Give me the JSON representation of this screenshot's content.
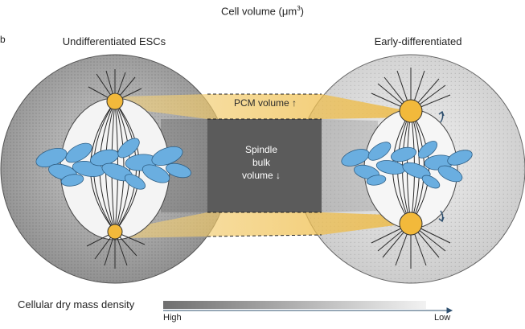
{
  "figure": {
    "panel_letter": "b",
    "title": "Cell volume (μm",
    "title_sup": "3",
    "title_end": ")",
    "left_cell_label": "Undifferentiated ESCs",
    "right_cell_label": "Early-differentiated",
    "pcm_label": "PCM volume",
    "pcm_arrow": "↑",
    "spindle_lines": [
      "Spindle",
      "bulk",
      "volume"
    ],
    "spindle_arrow": "↓",
    "legend_label": "Cellular dry mass density",
    "legend_high": "High",
    "legend_low": "Low"
  },
  "colors": {
    "chromosome": "#6aaee0",
    "centrosome": "#f2b93b",
    "band": "#f0c35a",
    "spindle_bulk": "#595959",
    "cell_left": "#a0a0a0",
    "cell_right": "#dcdcdc"
  }
}
